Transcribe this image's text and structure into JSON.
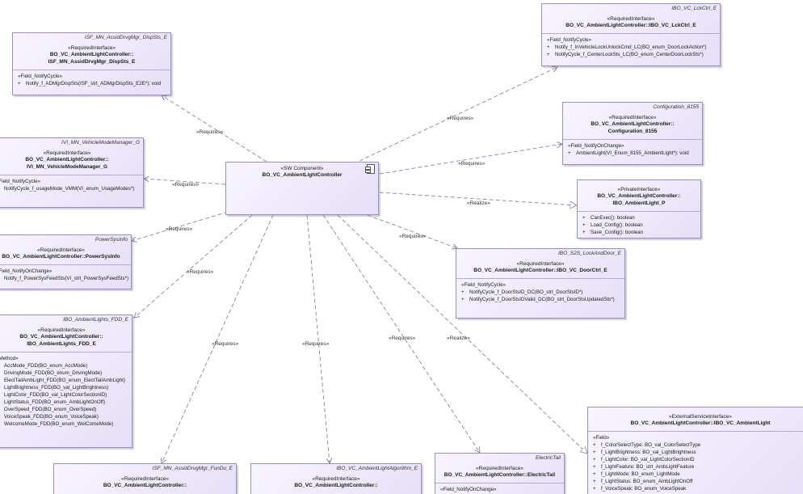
{
  "boxes": [
    {
      "id": "lckctrl",
      "title": "IBO_VC_LckCtrl_E",
      "stereotype": "«RequiredInterface»",
      "name": [
        "BO_VC_AmbientLightController::IBO_VC_LckCtrl_E"
      ],
      "section": "«Field_NotifyCycle»",
      "items": [
        {
          "v": "+",
          "t": "Notify_f_InVehicleLockUnlockCmd_LC(BO_enum_DoorLockAction*)"
        },
        {
          "v": "+",
          "t": "NotifyCycle_f_CenterLockSts_LC(BO_enum_CenterDoorLockSts*)"
        }
      ]
    },
    {
      "id": "dispsts",
      "title": "ISF_MN_AssidDrvgMgr_DispSts_E",
      "stereotype": "«RequiredInterface»",
      "name": [
        "BO_VC_AmbientLightController::",
        "ISF_MN_AssidDrvgMgr_DispSts_E"
      ],
      "section": "«Field_NotifyCycle»",
      "items": [
        {
          "v": "+",
          "t": "Notify_f_ADMgrDispSts(ISF_strt_ADMgrDispSts_E2E*): void"
        }
      ]
    },
    {
      "id": "config",
      "title": "Configuration_8155",
      "stereotype": "«RequiredInterface»",
      "name": [
        "BO_VC_AmbientLightController::",
        "Configuration_8155"
      ],
      "section": "«Field_NotifyOnChange»",
      "items": [
        {
          "v": "+",
          "t": "AmbientLight(VI_Enum_8155_AmbientLight*): void"
        }
      ]
    },
    {
      "id": "vehmode",
      "title": "IVI_MN_VehicleModeManager_G",
      "stereotype": "«RequiredInterface»",
      "name": [
        "BO_VC_AmbientLightController::",
        "IVI_MN_VehicleModeManager_G"
      ],
      "section": "«Field_NotifyCycle»",
      "items": [
        {
          "v": "+",
          "t": "NotifyCycle_f_usageMode_VMM(VI_enum_UsageModes*)"
        }
      ]
    },
    {
      "id": "private",
      "title": "",
      "stereotype": "«PrivateInterface»",
      "name": [
        "BO_VC_AmbientLightController::",
        "IBO_AmbientLight_P"
      ],
      "section": "",
      "items": [
        {
          "v": "+",
          "t": "CanExec(): boolean"
        },
        {
          "v": "+",
          "t": "Load_Config(): boolean"
        },
        {
          "v": "+",
          "t": "Save_Config(): boolean"
        }
      ]
    },
    {
      "id": "power",
      "title": "PowerSysInfo",
      "stereotype": "«RequiredInterface»",
      "name": [
        "BO_VC_AmbientLightController::PowerSysInfo"
      ],
      "section": "«Field_NotifyOnChange»",
      "items": [
        {
          "v": "+",
          "t": "Notify_f_PowerSysFeedSts(VI_strt_PowerSysFeedSts*)"
        }
      ]
    },
    {
      "id": "door",
      "title": "IBO_S2S_LockAndDoor_E",
      "stereotype": "«RequiredInterface»",
      "name": [
        "BO_VC_AmbientLightController::IBO_VC_DoorCtrl_E"
      ],
      "section": "«Field_NotifyCycle»",
      "items": [
        {
          "v": "+",
          "t": "NotifyCycle_f_DoorStsID_DC(BO_strt_DoorStsID*)"
        },
        {
          "v": "+",
          "t": "NotifyCycle_f_DoorStsIDValid_DC(BO_strt_DoorStsUpdatedSts*)"
        }
      ]
    },
    {
      "id": "fdd",
      "title": "IBO_AmbientLights_FDD_E",
      "stereotype": "«RequiredInterface»",
      "name": [
        "BO_VC_AmbientLightController::",
        "IBO_AmbientLights_FDD_E"
      ],
      "section": "«Method»",
      "items": [
        {
          "v": "+",
          "t": "AccMode_FDD(BO_enum_AccMode)"
        },
        {
          "v": "+",
          "t": "DrivingMode_FDD(BO_enum_DrivingMode)"
        },
        {
          "v": "+",
          "t": "ElectTailAmbLight_FDD(BO_enum_ElectTailAmbLight)"
        },
        {
          "v": "+",
          "t": "LightBrightness_FDD(BO_val_LightBrightness)"
        },
        {
          "v": "+",
          "t": "LightColor_FDD(BO_val_LightColorSectionID)"
        },
        {
          "v": "+",
          "t": "LightStatus_FDD(BO_enum_AmbLightOnOff)"
        },
        {
          "v": "+",
          "t": "OverSpeed_FDD(BO_enum_OverSpeed)"
        },
        {
          "v": "+",
          "t": "VoiceSpeak_FDD(BO_enum_VoiceSpeak)"
        },
        {
          "v": "+",
          "t": "WelcomeMode_FDD(BO_enum_WelComeMode)"
        }
      ]
    },
    {
      "id": "external",
      "title": "",
      "stereotype": "«ExternalServiceInterface»",
      "name": [
        "BO_VC_AmbientLightController::IBO_VC_AmbientLight"
      ],
      "section": "«Field»",
      "items": [
        {
          "v": "+",
          "t": "f_ColorSelectType: BO_val_ColorSelectType"
        },
        {
          "v": "+",
          "t": "f_LightBrightness: BO_val_LightBrightness"
        },
        {
          "v": "+",
          "t": "f_LightColor: BO_val_LightColorSectionID"
        },
        {
          "v": "+",
          "t": "f_LightFeature: BO_strt_AmbLightFeature"
        },
        {
          "v": "+",
          "t": "f_LightMode: BO_enum_LightMode"
        },
        {
          "v": "+",
          "t": "f_LightStatus: BO_enum_AmbLightOnOff"
        },
        {
          "v": "+",
          "t": "f_VoiceSpeak: BO_enum_VoiceSpeak"
        }
      ]
    },
    {
      "id": "fundu",
      "title": "ISF_MN_AssidDrvgMgr_FunDu_E",
      "stereotype": "«RequiredInterface»",
      "name": [
        "BO_VC_AmbientLightController::"
      ],
      "section": "",
      "items": []
    },
    {
      "id": "algo",
      "title": "IBO_VC_AmbientLightAlgorithm_E",
      "stereotype": "«RequiredInterface»",
      "name": [
        "BO_VC_AmbientLightController::"
      ],
      "section": "",
      "items": []
    },
    {
      "id": "tail",
      "title": "ElectricTail",
      "stereotype": "«RequiredInterface»",
      "name": [
        "BO_VC_AmbientLightController::ElectricTail"
      ],
      "section": "«Field_NotifyOnChange»",
      "items": []
    }
  ],
  "component": {
    "stereotype": "«SW Component»",
    "name": "BO_VC_AmbientLightController"
  },
  "links": [
    {
      "id": "l-lckctrl",
      "label": "«Requires»",
      "kind": "requires"
    },
    {
      "id": "l-dispsts",
      "label": "«Requires»",
      "kind": "requires"
    },
    {
      "id": "l-config",
      "label": "«Requires»",
      "kind": "requires"
    },
    {
      "id": "l-vehmode",
      "label": "«Requires»",
      "kind": "requires"
    },
    {
      "id": "l-private",
      "label": "«Realize»",
      "kind": "realize"
    },
    {
      "id": "l-power",
      "label": "«Requires»",
      "kind": "requires"
    },
    {
      "id": "l-door",
      "label": "«Requires»",
      "kind": "requires"
    },
    {
      "id": "l-fdd",
      "label": "«Requires»",
      "kind": "requires"
    },
    {
      "id": "l-fundu",
      "label": "«Requires»",
      "kind": "requires"
    },
    {
      "id": "l-algo",
      "label": "«Requires»",
      "kind": "requires"
    },
    {
      "id": "l-tail",
      "label": "«Requires»",
      "kind": "requires"
    },
    {
      "id": "l-external",
      "label": "«Realize»",
      "kind": "realize"
    }
  ]
}
